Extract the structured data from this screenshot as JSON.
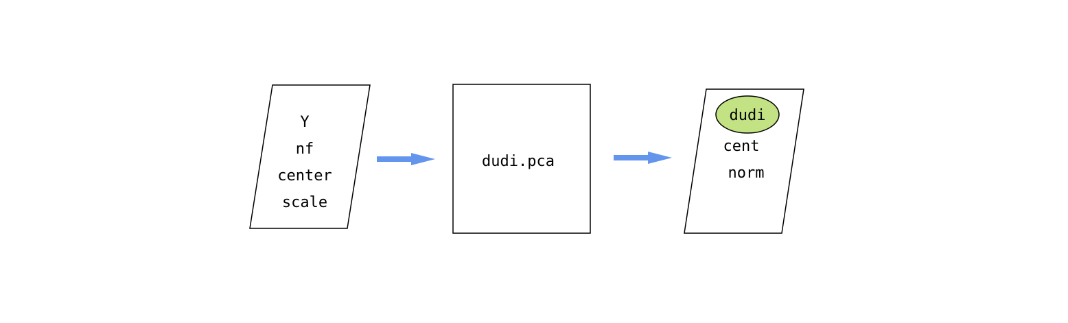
{
  "colors": {
    "arrow": "#6495ed",
    "ellipse_fill": "#c2e283",
    "stroke": "#000000",
    "background": "#ffffff"
  },
  "input_box": {
    "lines": [
      "Y",
      "nf",
      "center",
      "scale"
    ]
  },
  "process_box": {
    "label": "dudi.pca"
  },
  "output_box": {
    "badge": "dudi",
    "lines": [
      "cent",
      "norm"
    ]
  }
}
